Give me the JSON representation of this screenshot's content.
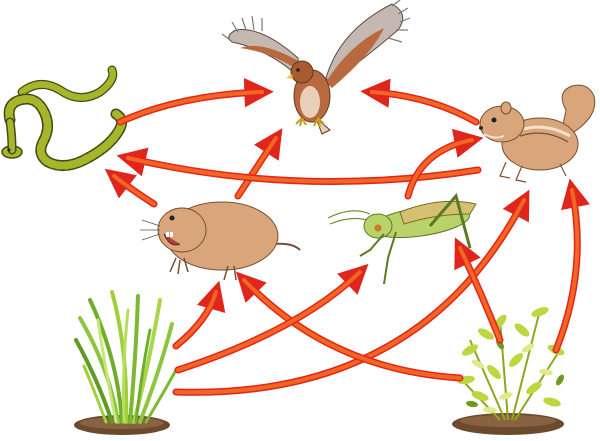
{
  "organisms": [
    {
      "id": "hawk",
      "icon": "hawk-icon",
      "kind": "predator"
    },
    {
      "id": "snake",
      "icon": "snake-icon",
      "kind": "predator"
    },
    {
      "id": "chipmunk",
      "icon": "chipmunk-icon",
      "kind": "consumer"
    },
    {
      "id": "gopher",
      "icon": "gopher-icon",
      "kind": "consumer"
    },
    {
      "id": "grasshopper",
      "icon": "grasshopper-icon",
      "kind": "consumer"
    },
    {
      "id": "grass",
      "icon": "grass-icon",
      "kind": "producer"
    },
    {
      "id": "shrub",
      "icon": "shrub-icon",
      "kind": "producer"
    }
  ],
  "links": [
    {
      "from": "snake",
      "to": "hawk"
    },
    {
      "from": "chipmunk",
      "to": "hawk"
    },
    {
      "from": "gopher",
      "to": "hawk"
    },
    {
      "from": "chipmunk",
      "to": "snake"
    },
    {
      "from": "gopher",
      "to": "snake"
    },
    {
      "from": "grasshopper",
      "to": "chipmunk"
    },
    {
      "from": "shrub",
      "to": "chipmunk"
    },
    {
      "from": "grass",
      "to": "gopher"
    },
    {
      "from": "shrub",
      "to": "gopher"
    },
    {
      "from": "grass",
      "to": "grasshopper"
    },
    {
      "from": "shrub",
      "to": "grasshopper"
    },
    {
      "from": "grass",
      "to": "chipmunk"
    }
  ],
  "colors": {
    "arrow_fill": "#f26522",
    "arrow_outline": "#e0261c",
    "fur": "#d9a57a",
    "hawk_brown": "#b9693f",
    "snake_green": "#a7b52b",
    "grasshopper_green": "#b9d36a",
    "grass_green": "#9fcf3a",
    "soil": "#6b4a2e"
  }
}
